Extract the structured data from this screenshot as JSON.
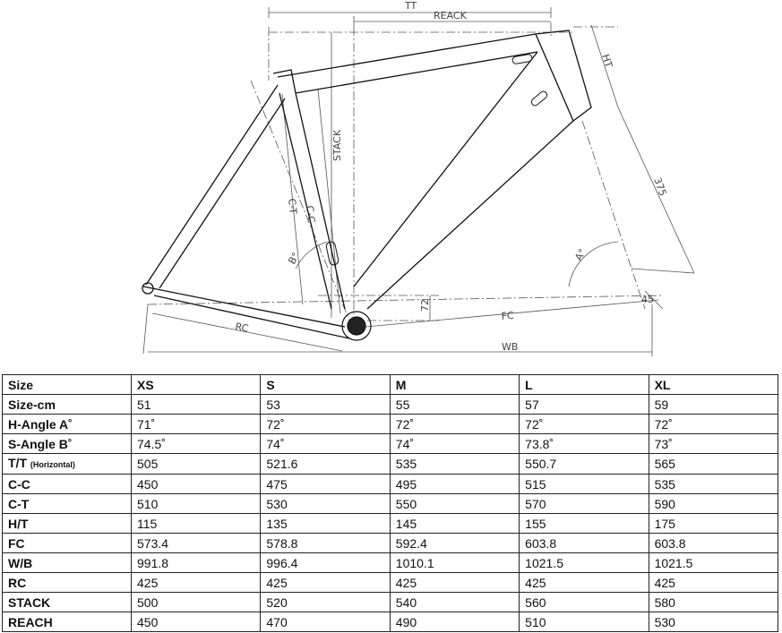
{
  "diagram": {
    "labels": {
      "tt": "TT",
      "reach": "REACK",
      "ht": "HT",
      "stack": "STACK",
      "fork": "375",
      "ct": "C-T",
      "cc": "C-C",
      "angle_b": "B°",
      "angle_a": "A°",
      "bb_drop": "72",
      "fc": "FC",
      "rc": "RC",
      "wb": "WB",
      "offset": "45"
    }
  },
  "table": {
    "headers": [
      "Size",
      "XS",
      "S",
      "M",
      "L",
      "XL"
    ],
    "rows": [
      {
        "label": "Size-cm",
        "label_note": "",
        "values": [
          "51",
          "53",
          "55",
          "57",
          "59"
        ]
      },
      {
        "label": "H-Angle A˚",
        "label_note": "",
        "values": [
          "71˚",
          "72˚",
          "72˚",
          "72˚",
          "72˚"
        ]
      },
      {
        "label": "S-Angle B˚",
        "label_note": "",
        "values": [
          "74.5˚",
          "74˚",
          "74˚",
          "73.8˚",
          "73˚"
        ]
      },
      {
        "label": "T/T",
        "label_note": "(Horizontal)",
        "values": [
          "505",
          "521.6",
          "535",
          "550.7",
          "565"
        ]
      },
      {
        "label": "C-C",
        "label_note": "",
        "values": [
          "450",
          "475",
          "495",
          "515",
          "535"
        ]
      },
      {
        "label": "C-T",
        "label_note": "",
        "values": [
          "510",
          "530",
          "550",
          "570",
          "590"
        ]
      },
      {
        "label": "H/T",
        "label_note": "",
        "values": [
          "115",
          "135",
          "145",
          "155",
          "175"
        ]
      },
      {
        "label": "FC",
        "label_note": "",
        "values": [
          "573.4",
          "578.8",
          "592.4",
          "603.8",
          "603.8"
        ]
      },
      {
        "label": "W/B",
        "label_note": "",
        "values": [
          "991.8",
          "996.4",
          "1010.1",
          "1021.5",
          "1021.5"
        ]
      },
      {
        "label": "RC",
        "label_note": "",
        "values": [
          "425",
          "425",
          "425",
          "425",
          "425"
        ]
      },
      {
        "label": "STACK",
        "label_note": "",
        "values": [
          "500",
          "520",
          "540",
          "560",
          "580"
        ]
      },
      {
        "label": "REACH",
        "label_note": "",
        "values": [
          "450",
          "470",
          "490",
          "510",
          "530"
        ]
      }
    ]
  }
}
